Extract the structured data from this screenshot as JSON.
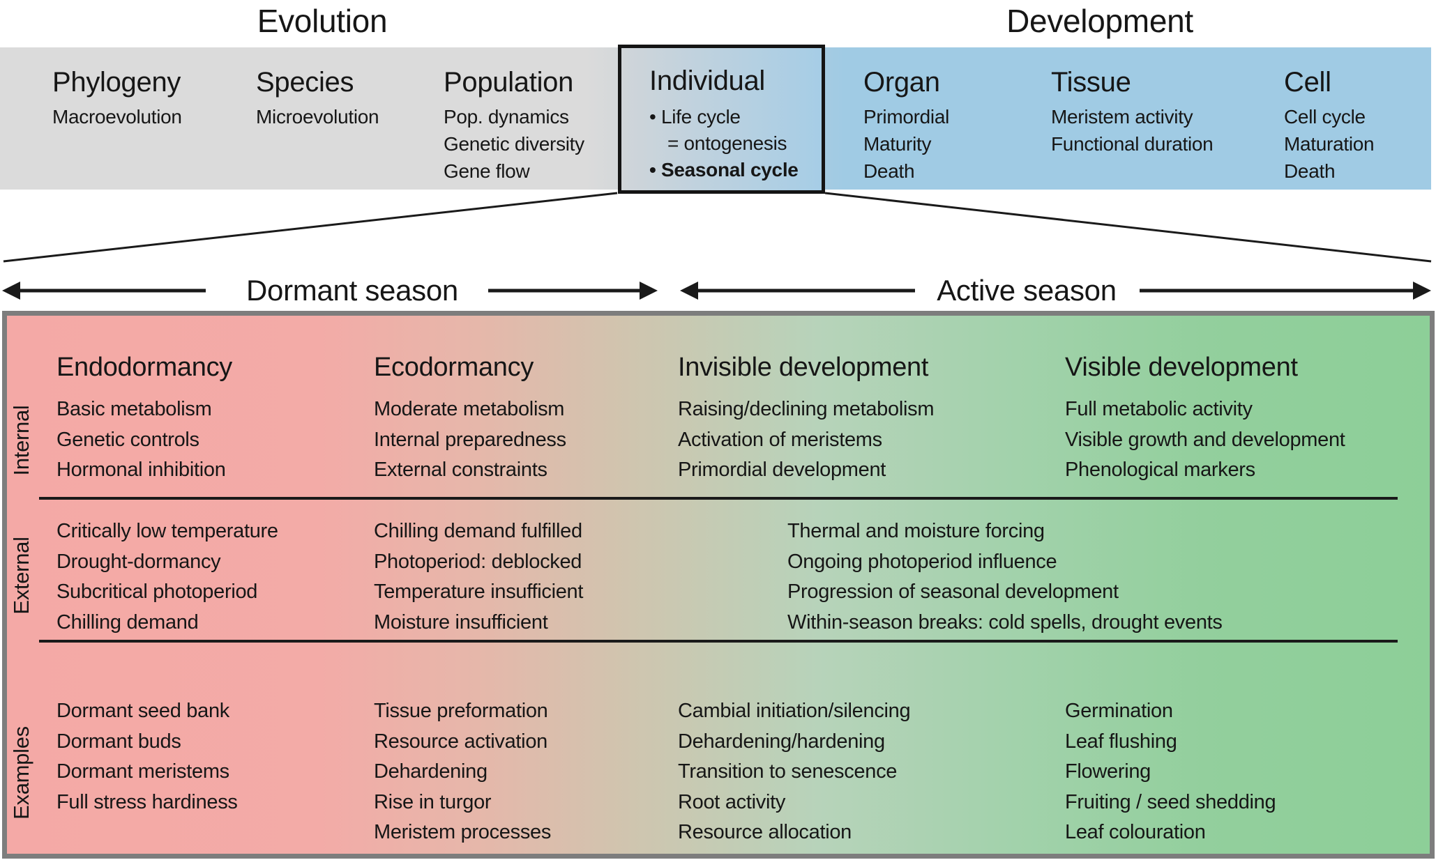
{
  "header": {
    "evolution_title": "Evolution",
    "development_title": "Development",
    "columns": [
      {
        "title": "Phylogeny",
        "items": [
          "Macroevolution"
        ]
      },
      {
        "title": "Species",
        "items": [
          "Microevolution"
        ]
      },
      {
        "title": "Population",
        "items": [
          "Pop. dynamics",
          "Genetic diversity",
          "Gene flow"
        ]
      },
      {
        "title": "Individual",
        "items": [
          "• Life cycle",
          "= ontogenesis",
          "• Seasonal cycle"
        ]
      },
      {
        "title": "Organ",
        "items": [
          "Primordial",
          "Maturity",
          "Death"
        ]
      },
      {
        "title": "Tissue",
        "items": [
          "Meristem activity",
          "Functional duration"
        ]
      },
      {
        "title": "Cell",
        "items": [
          "Cell cycle",
          "Maturation",
          "Death"
        ]
      }
    ]
  },
  "seasons": {
    "dormant_label": "Dormant season",
    "active_label": "Active season"
  },
  "table": {
    "row_labels": [
      "Internal",
      "External",
      "Examples"
    ],
    "column_headers": [
      "Endodormancy",
      "Ecodormancy",
      "Invisible development",
      "Visible development"
    ],
    "internal": [
      [
        "Basic metabolism",
        "Genetic controls",
        "Hormonal inhibition"
      ],
      [
        "Moderate metabolism",
        "Internal preparedness",
        "External constraints"
      ],
      [
        "Raising/declining metabolism",
        "Activation of meristems",
        "Primordial development"
      ],
      [
        "Full metabolic activity",
        "Visible growth and development",
        "Phenological markers"
      ]
    ],
    "external": [
      [
        "Critically low temperature",
        "Drought-dormancy",
        "Subcritical photoperiod",
        "Chilling demand"
      ],
      [
        "Chilling demand fulfilled",
        "Photoperiod: deblocked",
        "Temperature insufficient",
        "Moisture insufficient"
      ],
      [
        "Thermal and moisture forcing",
        "Ongoing photoperiod influence",
        "Progression of seasonal development",
        "Within-season breaks: cold spells, drought events"
      ]
    ],
    "examples": [
      [
        "Dormant seed bank",
        "Dormant buds",
        "Dormant meristems",
        "Full stress hardiness"
      ],
      [
        "Tissue preformation",
        "Resource activation",
        "Dehardening",
        "Rise in turgor",
        "Meristem processes"
      ],
      [
        "Cambial initiation/silencing",
        "Dehardening/hardening",
        "Transition to senescence",
        "Root activity",
        "Resource allocation"
      ],
      [
        "Germination",
        "Leaf flushing",
        "Flowering",
        "Fruiting / seed shedding",
        "Leaf colouration"
      ]
    ]
  },
  "colors": {
    "band_gray": "#dbdbdb",
    "band_blue": "#a0cbe4",
    "table_pink": "#f4a9a6",
    "table_green": "#8dcf98",
    "table_border": "#7d7d7d",
    "line_black": "#1a1a1a"
  }
}
